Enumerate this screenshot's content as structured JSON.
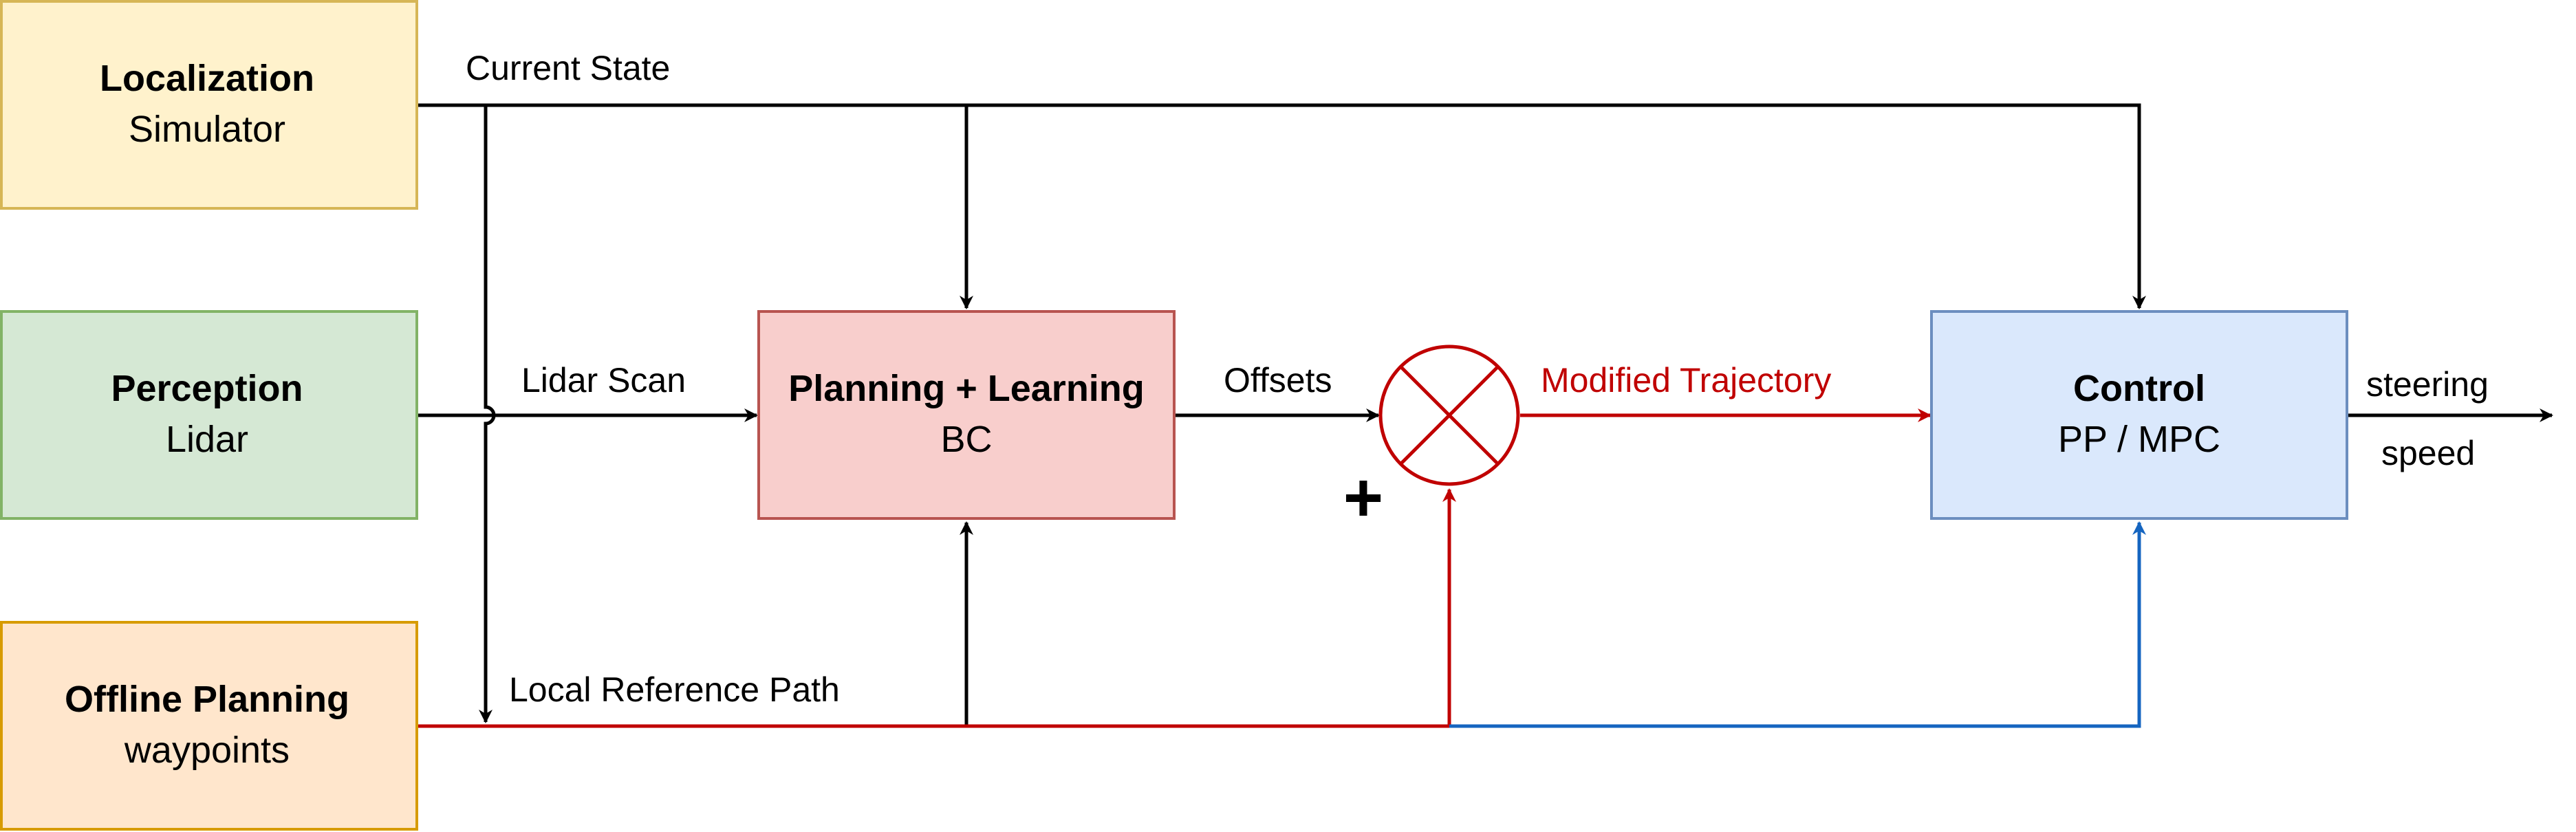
{
  "colors": {
    "black": "#000000",
    "red": "#c00000",
    "blue": "#1565c0",
    "localization_fill": "#fff2cc",
    "localization_stroke": "#d6b656",
    "perception_fill": "#d5e8d4",
    "perception_stroke": "#82b366",
    "offline_fill": "#ffe6cc",
    "offline_stroke": "#d79b00",
    "planning_fill": "#f8cecc",
    "planning_stroke": "#b85450",
    "control_fill": "#dae8fc",
    "control_stroke": "#6c8ebf"
  },
  "blocks": {
    "localization": {
      "title": "Localization",
      "subtitle": "Simulator"
    },
    "perception": {
      "title": "Perception",
      "subtitle": "Lidar"
    },
    "offline_planning": {
      "title": "Offline Planning",
      "subtitle": "waypoints"
    },
    "planning_learning": {
      "title": "Planning + Learning",
      "subtitle": "BC"
    },
    "control": {
      "title": "Control",
      "subtitle": "PP / MPC"
    }
  },
  "summing_junction": {
    "sign": "+"
  },
  "edge_labels": {
    "current_state": "Current State",
    "lidar_scan": "Lidar Scan",
    "offsets": "Offsets",
    "modified_trajectory": "Modified Trajectory",
    "local_reference_path": "Local Reference Path",
    "steering": "steering",
    "speed": "speed"
  }
}
